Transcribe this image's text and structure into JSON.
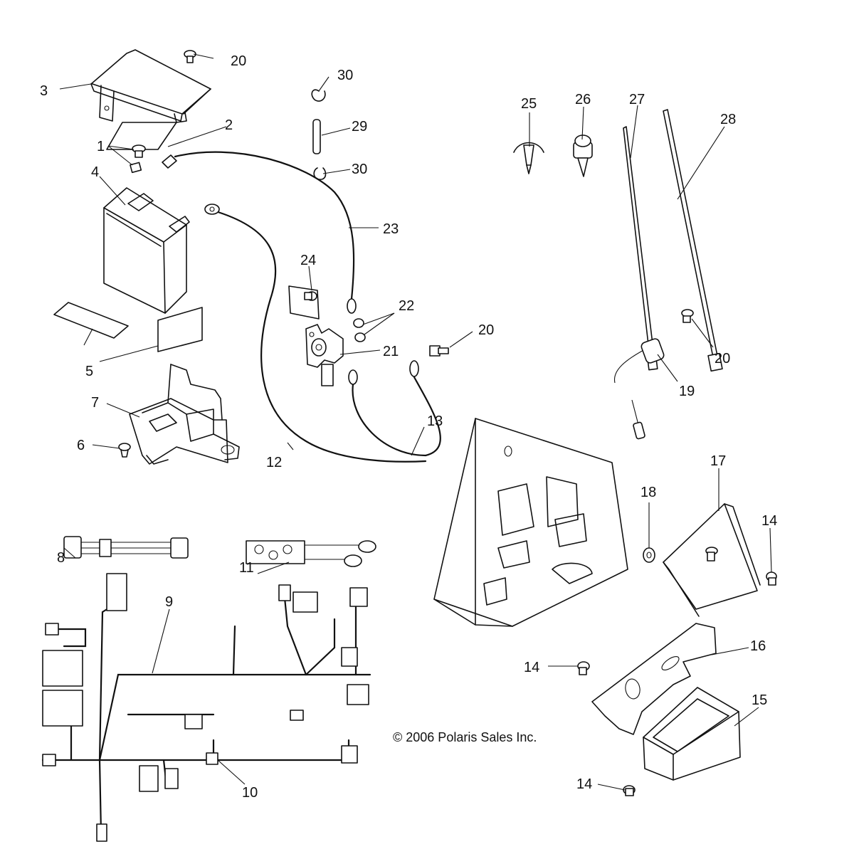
{
  "diagram": {
    "copyright": "© 2006 Polaris Sales Inc.",
    "callouts": {
      "c1": "1",
      "c2": "2",
      "c3": "3",
      "c4": "4",
      "c5": "5",
      "c6": "6",
      "c7": "7",
      "c8": "8",
      "c9": "9",
      "c10": "10",
      "c11": "11",
      "c12": "12",
      "c13": "13",
      "c14a": "14",
      "c14b": "14",
      "c14c": "14",
      "c15": "15",
      "c16": "16",
      "c17": "17",
      "c18": "18",
      "c19": "19",
      "c20a": "20",
      "c20b": "20",
      "c20c": "20",
      "c21": "21",
      "c22": "22",
      "c23": "23",
      "c24": "24",
      "c25": "25",
      "c26": "26",
      "c27": "27",
      "c28": "28",
      "c29": "29",
      "c30a": "30",
      "c30b": "30"
    }
  }
}
